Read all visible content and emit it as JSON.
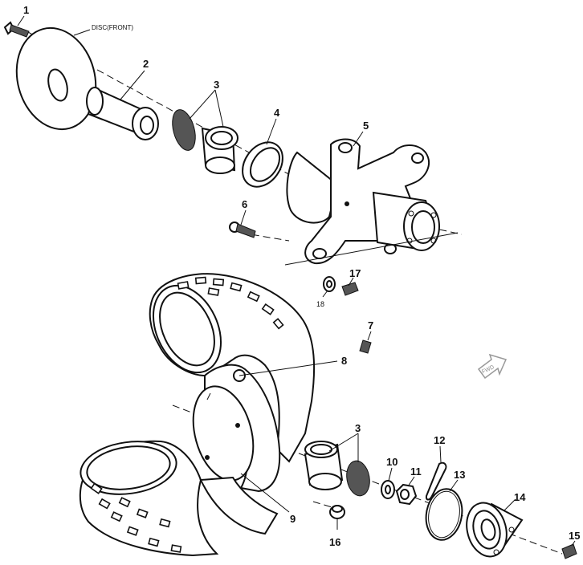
{
  "disc_label": "DISC(FRONT)",
  "fwd_label": "FWD",
  "callouts": {
    "c1": "1",
    "c2": "2",
    "c3a": "3",
    "c4": "4",
    "c5": "5",
    "c6": "6",
    "c7": "7",
    "c8": "8",
    "c9": "9",
    "c3b": "3",
    "c10": "10",
    "c11": "11",
    "c12": "12",
    "c13": "13",
    "c14": "14",
    "c15": "15",
    "c16": "16",
    "c17": "17",
    "c18": "18"
  }
}
